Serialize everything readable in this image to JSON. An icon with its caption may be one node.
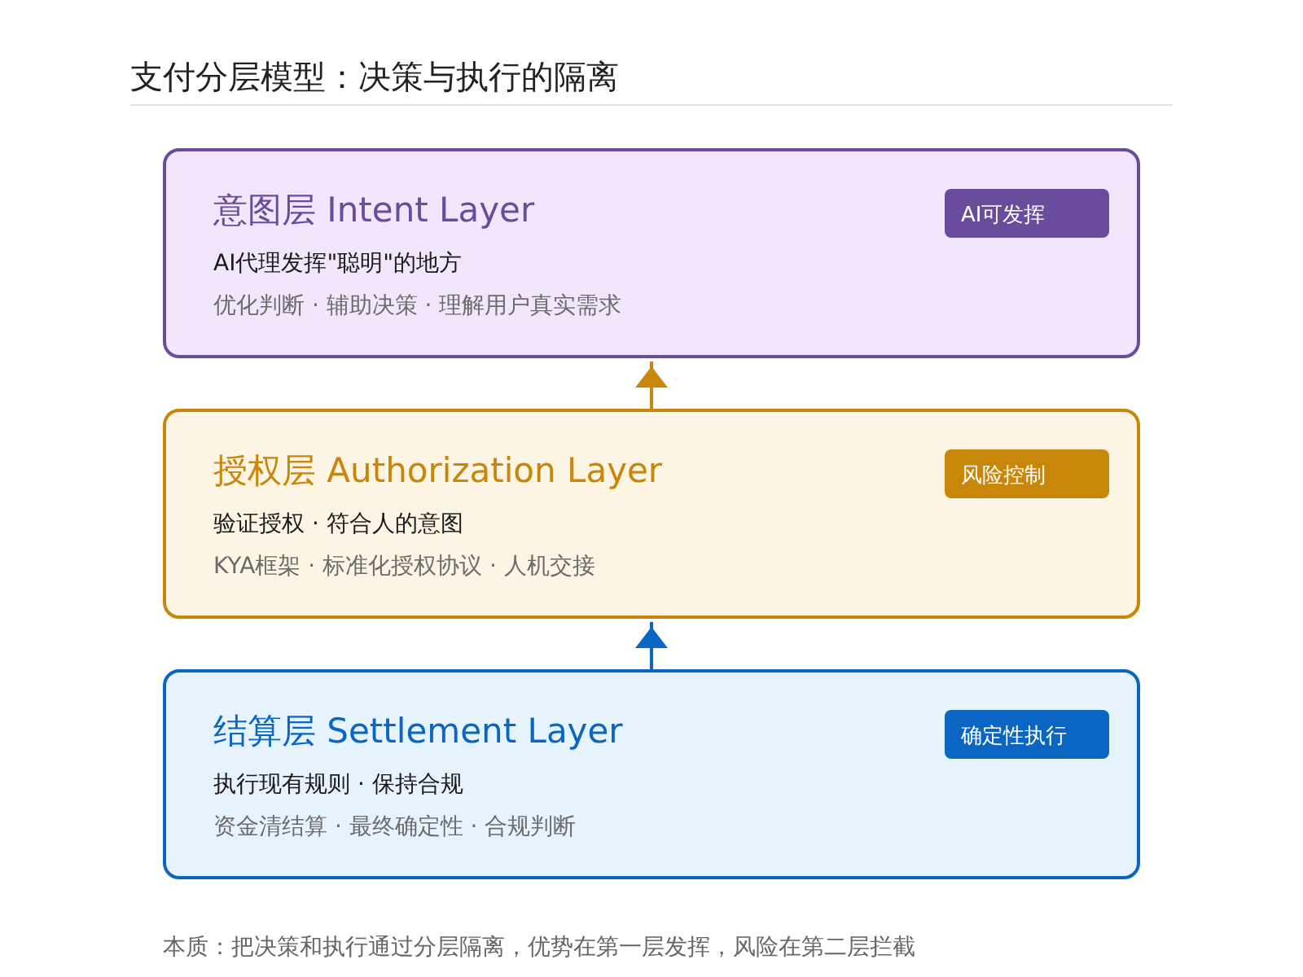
{
  "diagram": {
    "title": "支付分层模型：决策与执行的隔离",
    "nodes": [
      {
        "text": [
          "意图层 Intent Layer",
          "AI代理发挥\"聪明\"的地方",
          "优化判断 · 辅助决策 · 理解用户真实需求"
        ]
      },
      {
        "text": [
          "AI可发挥"
        ],
        "in": 0
      },
      {
        "text": [
          "授权层 Authorization Layer",
          "验证授权 · 符合人的意图",
          "KYA框架 · 标准化授权协议 · 人机交接"
        ]
      },
      {
        "text": [
          "风险控制"
        ],
        "in": 2
      },
      {
        "text": [
          "结算层 Settlement Layer",
          "执行现有规则 · 保持合规",
          "资金清结算 · 最终确定性 · 合规判断"
        ]
      },
      {
        "text": [
          "确定性执行"
        ],
        "in": 4
      }
    ],
    "edges": [
      {
        "from": 2,
        "to": 0,
        "arrow": "to",
        "color": "#c8860a"
      },
      {
        "from": 4,
        "to": 2,
        "arrow": "to",
        "color": "#0a66c2"
      }
    ],
    "caption": "本质：把决策和执行通过分层隔离，优势在第一层发挥，风险在第二层拦截"
  }
}
